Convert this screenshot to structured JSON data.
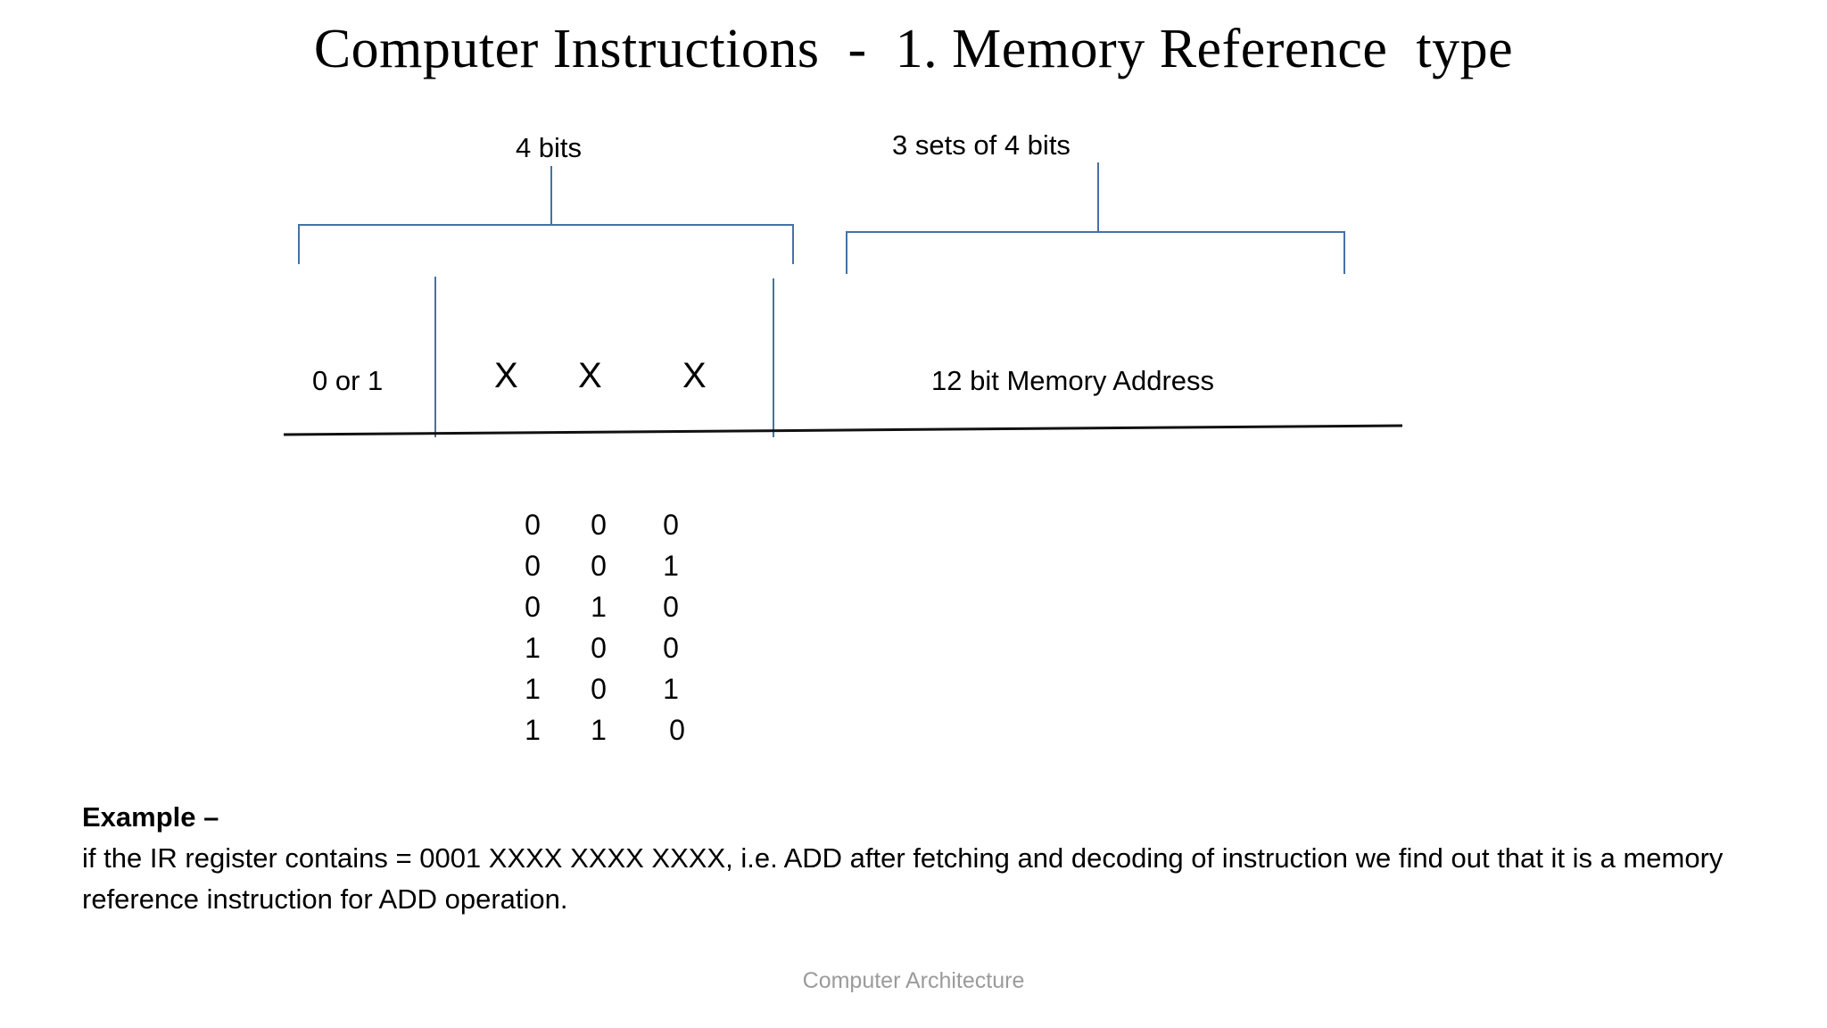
{
  "slide": {
    "title": "Computer Instructions  -  1. Memory Reference  type",
    "footer": "Computer Architecture"
  },
  "diagram": {
    "brackets": [
      {
        "label": "4 bits"
      },
      {
        "label": "3 sets of 4 bits"
      }
    ],
    "fields": {
      "flag": "0 or 1",
      "opcode_x1": "X",
      "opcode_x2": "X",
      "opcode_x3": "X",
      "address": "12 bit Memory Address"
    },
    "accent_color": "#4472a8",
    "baseline_color": "#000000"
  },
  "opcode_table": {
    "rows": [
      {
        "b2": "0",
        "b1": "0",
        "b0": "0"
      },
      {
        "b2": "0",
        "b1": "0",
        "b0": "1"
      },
      {
        "b2": "0",
        "b1": "1",
        "b0": "0"
      },
      {
        "b2": "1",
        "b1": "0",
        "b0": "0"
      },
      {
        "b2": "1",
        "b1": "0",
        "b0": "1"
      },
      {
        "b2": "1",
        "b1": "1",
        "b0": "0"
      }
    ]
  },
  "example": {
    "heading": "Example –",
    "body": "if the IR register contains = 0001 XXXX XXXX XXXX, i.e. ADD after fetching and decoding of instruction we find out that it is a memory reference instruction for ADD operation."
  }
}
